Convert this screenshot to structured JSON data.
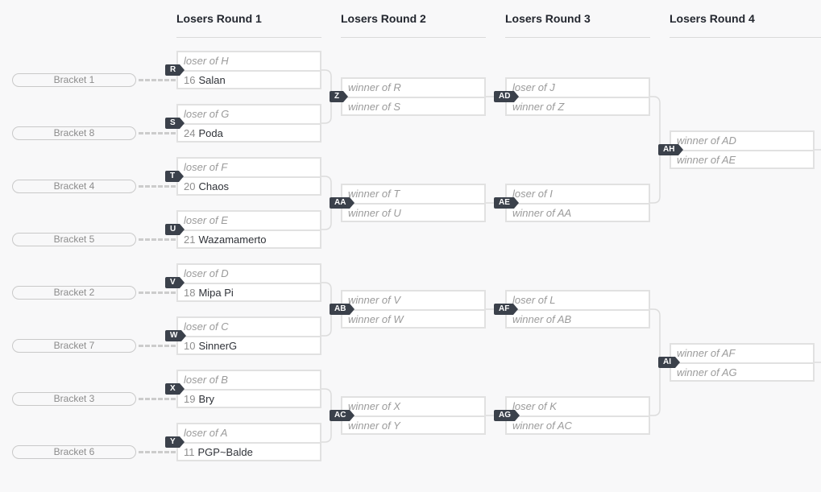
{
  "rounds": [
    {
      "label": "Losers Round 1"
    },
    {
      "label": "Losers Round 2"
    },
    {
      "label": "Losers Round 3"
    },
    {
      "label": "Losers Round 4"
    }
  ],
  "brackets": [
    "Bracket 1",
    "Bracket 8",
    "Bracket 4",
    "Bracket 5",
    "Bracket 2",
    "Bracket 7",
    "Bracket 3",
    "Bracket 6"
  ],
  "round1": [
    {
      "id": "R",
      "top": "loser of H",
      "seed": "16",
      "name": "Salan"
    },
    {
      "id": "S",
      "top": "loser of G",
      "seed": "24",
      "name": "Poda"
    },
    {
      "id": "T",
      "top": "loser of F",
      "seed": "20",
      "name": "Chaos"
    },
    {
      "id": "U",
      "top": "loser of E",
      "seed": "21",
      "name": "Wazamamerto"
    },
    {
      "id": "V",
      "top": "loser of D",
      "seed": "18",
      "name": "Mipa Pi"
    },
    {
      "id": "W",
      "top": "loser of C",
      "seed": "10",
      "name": "SinnerG"
    },
    {
      "id": "X",
      "top": "loser of B",
      "seed": "19",
      "name": "Bry"
    },
    {
      "id": "Y",
      "top": "loser of A",
      "seed": "11",
      "name": "PGP~Balde"
    }
  ],
  "round2": [
    {
      "id": "Z",
      "top": "winner of R",
      "bottom": "winner of S"
    },
    {
      "id": "AA",
      "top": "winner of T",
      "bottom": "winner of U"
    },
    {
      "id": "AB",
      "top": "winner of V",
      "bottom": "winner of W"
    },
    {
      "id": "AC",
      "top": "winner of X",
      "bottom": "winner of Y"
    }
  ],
  "round3": [
    {
      "id": "AD",
      "top": "loser of J",
      "bottom": "winner of Z"
    },
    {
      "id": "AE",
      "top": "loser of I",
      "bottom": "winner of AA"
    },
    {
      "id": "AF",
      "top": "loser of L",
      "bottom": "winner of AB"
    },
    {
      "id": "AG",
      "top": "loser of K",
      "bottom": "winner of AC"
    }
  ],
  "round4": [
    {
      "id": "AH",
      "top": "winner of AD",
      "bottom": "winner of AE"
    },
    {
      "id": "AI",
      "top": "winner of AF",
      "bottom": "winner of AG"
    }
  ],
  "colors": {
    "badge": "#3b414b",
    "border": "#e1e1e1",
    "background": "#f8f8f9"
  }
}
